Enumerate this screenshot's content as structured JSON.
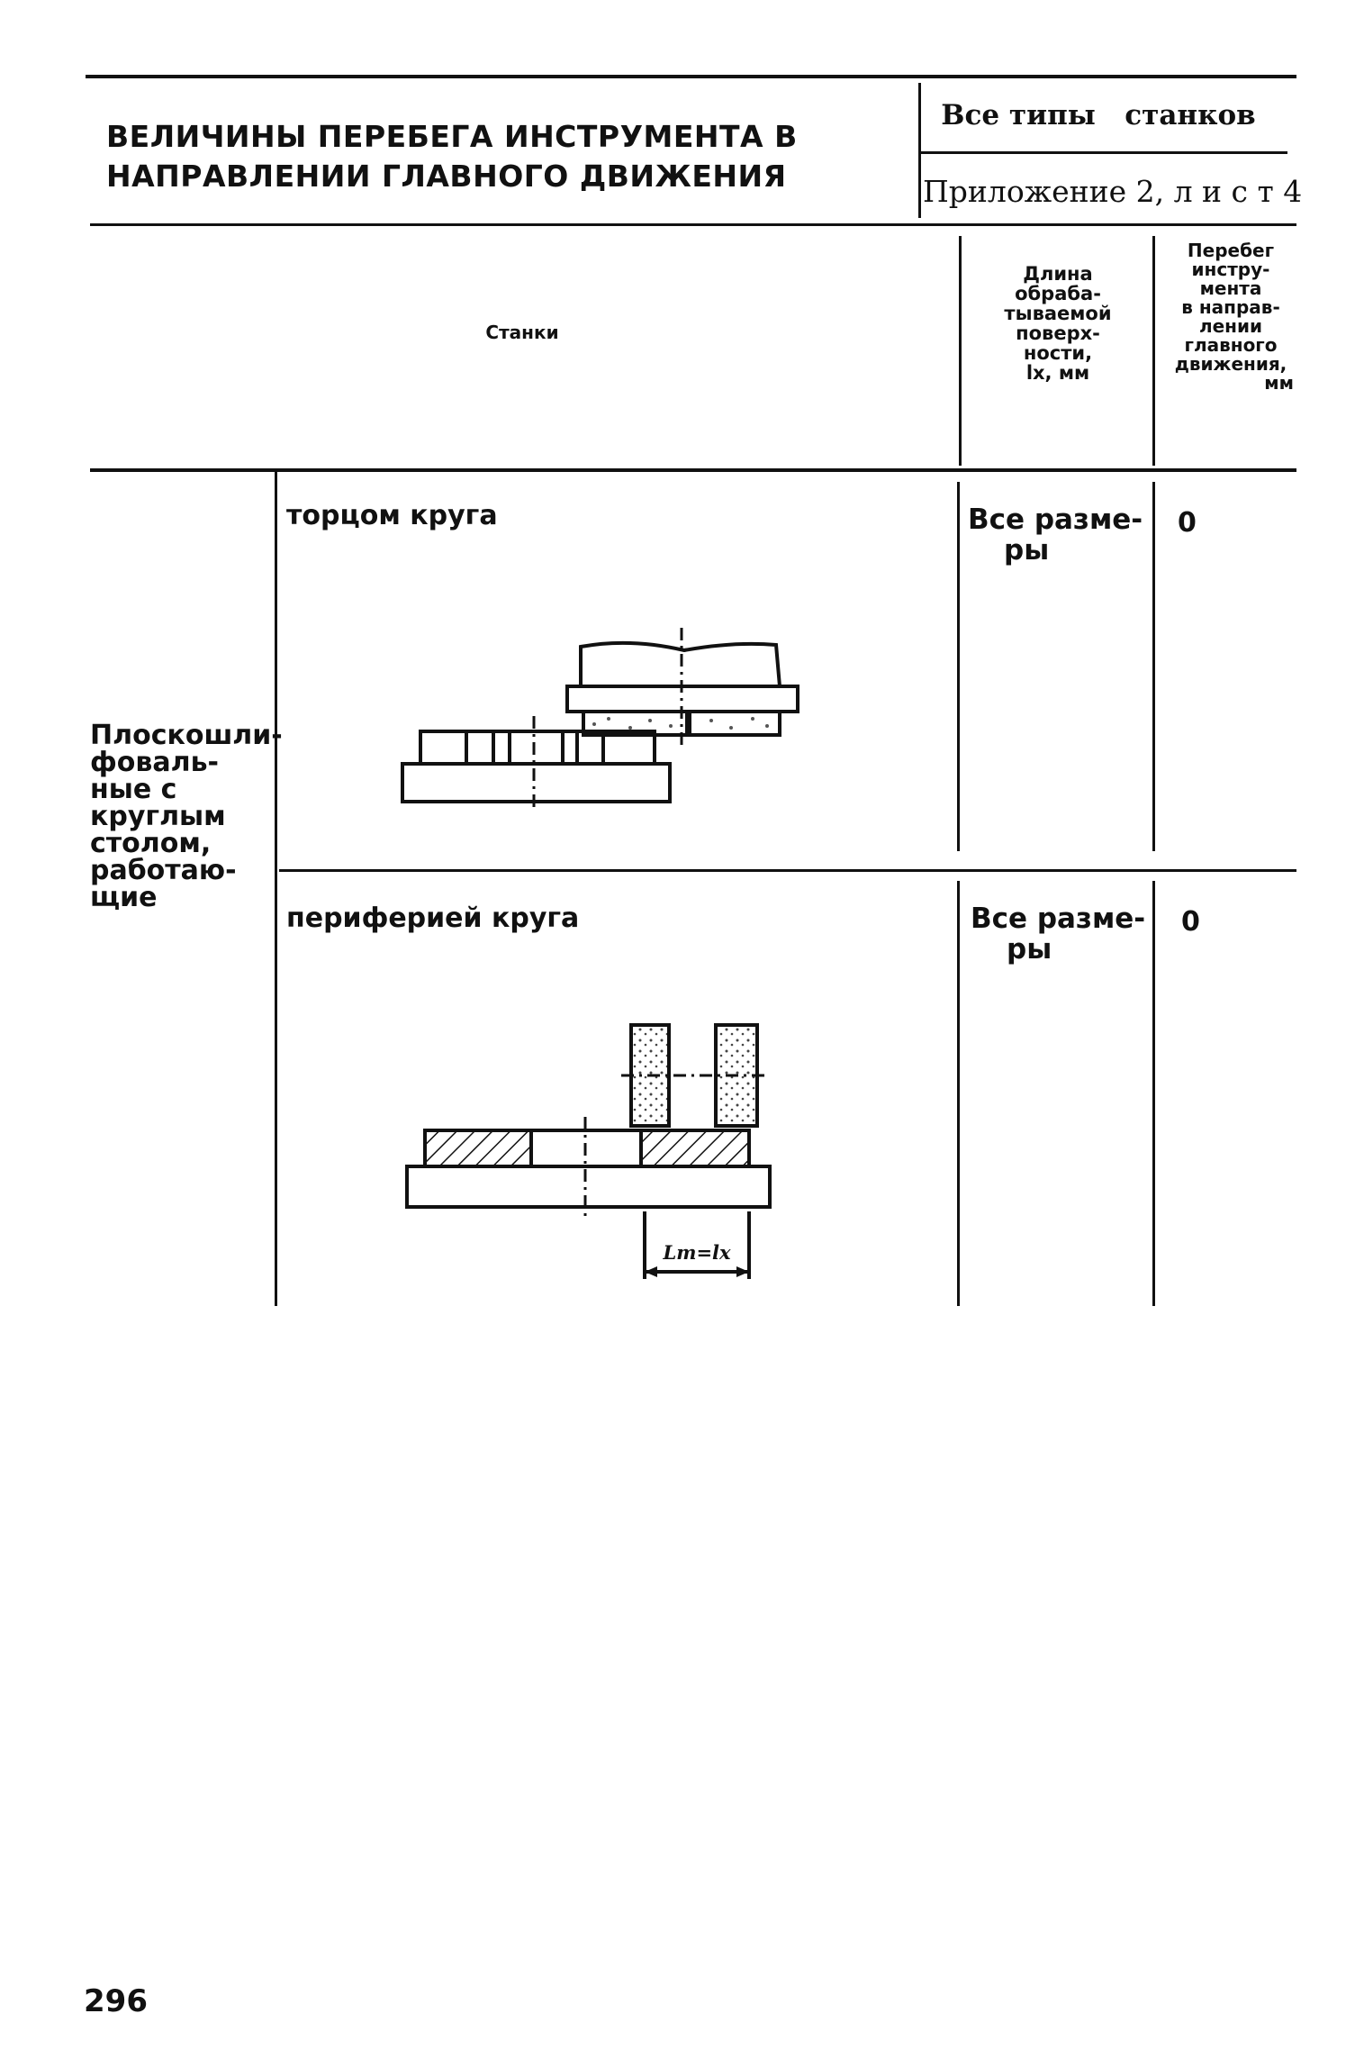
{
  "header": {
    "title_line1": "ВЕЛИЧИНЫ ПЕРЕБЕГА ИНСТРУМЕНТА В",
    "title_line2": "НАПРАВЛЕНИИ ГЛАВНОГО ДВИЖЕНИЯ",
    "applies_to": "Все типы   станков",
    "appendix": "Приложение 2, л и с т 4"
  },
  "columns": {
    "machines": "Станки",
    "length_lines": [
      "Длина",
      "обраба-",
      "тываемой",
      "поверх-",
      "ности,",
      "lх, мм"
    ],
    "overrun_lines": [
      "Перебег",
      "инстру-",
      "мента",
      "в направ-",
      "лении",
      "главного",
      "движения,",
      "мм"
    ]
  },
  "machine_type_lines": [
    "Плоскошли-",
    "фоваль-",
    "ные с",
    "круглым",
    "столом,",
    "работаю-",
    "щие"
  ],
  "rows": [
    {
      "label": "торцом круга",
      "size_line1": "Все разме-",
      "size_line2": "ры",
      "overrun": "0"
    },
    {
      "label": "периферией круга",
      "size_line1": "Все разме-",
      "size_line2": "ры",
      "overrun": "0",
      "diagram_label": "Lт=lх"
    }
  ],
  "page_number": "296"
}
